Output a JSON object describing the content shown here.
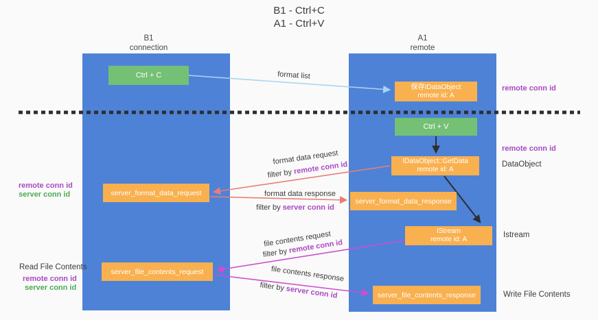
{
  "title": {
    "line1": "B1 - Ctrl+C",
    "line2": "A1 - Ctrl+V"
  },
  "lanes": {
    "left": {
      "name": "B1",
      "role": "connection"
    },
    "right": {
      "name": "A1",
      "role": "remote"
    }
  },
  "nodes": {
    "ctrl_c": {
      "label": "Ctrl + C"
    },
    "ctrl_v": {
      "label": "Ctrl + V"
    },
    "save_obj": {
      "line1": "保存IDataObject",
      "line2": "remote id: A"
    },
    "getdata": {
      "line1": "IDataObject::GetData",
      "line2": "remote id: A"
    },
    "istream": {
      "line1": "IStream",
      "line2": "remote id: A"
    },
    "format_request": {
      "label": "server_format_data_request"
    },
    "format_response": {
      "label": "server_format_data_response"
    },
    "file_request": {
      "label": "server_file_contents_request"
    },
    "file_response": {
      "label": "server_file_contents_response"
    }
  },
  "flows": {
    "format_list": {
      "label": "format list"
    },
    "format_data_request": {
      "label": "format data request",
      "filter_prefix": "filter by ",
      "filter_key": "remote conn id"
    },
    "format_data_response": {
      "label": "format data response",
      "filter_prefix": "filter by ",
      "filter_key": "server conn id"
    },
    "file_contents_request": {
      "label": "file contents request",
      "filter_prefix": "filter by ",
      "filter_key": "remote conn id"
    },
    "file_contents_response": {
      "label": "file contents response",
      "filter_prefix": "filter by ",
      "filter_key": "server conn id"
    }
  },
  "side_labels": {
    "right_remote_conn_top": "remote conn id",
    "right_remote_conn_mid": "remote conn id",
    "right_dataobject": "DataObject",
    "right_istream": "Istream",
    "right_write_file": "Write File Contents",
    "left_remote_conn_mid": "remote conn id",
    "left_server_conn_mid": "server conn id",
    "left_read_file": "Read File Contents",
    "left_remote_conn_bot": "remote conn id",
    "left_server_conn_bot": "server conn id"
  },
  "colors": {
    "background": "#fafafa",
    "lane_blue": "#4e82d7",
    "node_orange": "#f9b04f",
    "node_green": "#74c074",
    "purple_key": "#a94ac2",
    "green_key": "#4cab51",
    "salmon_arrow": "#e87e74",
    "magenta_arrow": "#cb4fd0",
    "light_blue_arrow": "#a9d4f1",
    "black_arrow": "#2e2e2e"
  }
}
